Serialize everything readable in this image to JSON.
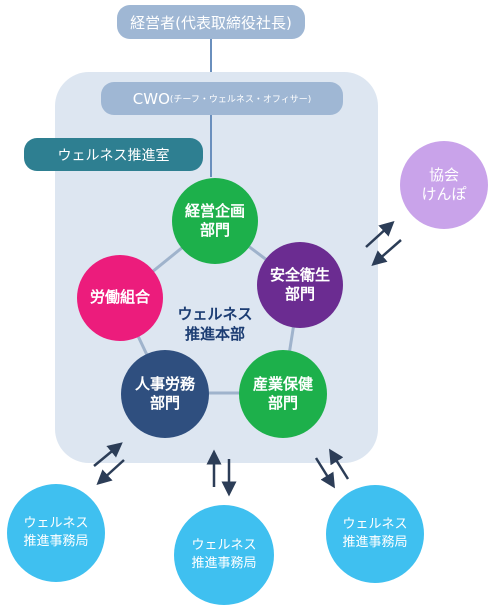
{
  "top": {
    "ceo_label": "経営者(代表取締役社長)"
  },
  "cwo": {
    "label": "CWO",
    "sub_label": "(チーフ・ウェルネス・オフィサー)"
  },
  "office": {
    "label": "ウェルネス推進室"
  },
  "center": {
    "line1": "ウェルネス",
    "line2": "推進本部"
  },
  "departments": [
    {
      "line1": "経営企画",
      "line2": "部門",
      "color": "#1db04b"
    },
    {
      "line1": "安全衛生",
      "line2": "部門",
      "color": "#6b2c91"
    },
    {
      "line1": "産業保健",
      "line2": "部門",
      "color": "#1db04b"
    },
    {
      "line1": "人事労務",
      "line2": "部門",
      "color": "#2f4f7f"
    },
    {
      "line1": "労働組合",
      "line2": "",
      "color": "#ec1c7c"
    }
  ],
  "external": {
    "line1": "協会",
    "line2": "けんぽ",
    "color": "#c9a3ea"
  },
  "bureaus": [
    {
      "line1": "ウェルネス",
      "line2": "推進事務局",
      "color": "#3fc0f0"
    },
    {
      "line1": "ウェルネス",
      "line2": "推進事務局",
      "color": "#3fc0f0"
    },
    {
      "line1": "ウェルネス",
      "line2": "推進事務局",
      "color": "#3fc0f0"
    }
  ],
  "colors": {
    "header_pill": "#9fb7d4",
    "office_pill": "#2e7f91",
    "panel": "#dde6f1",
    "connector": "#6a8fbd",
    "arrow": "#2c3d57"
  }
}
